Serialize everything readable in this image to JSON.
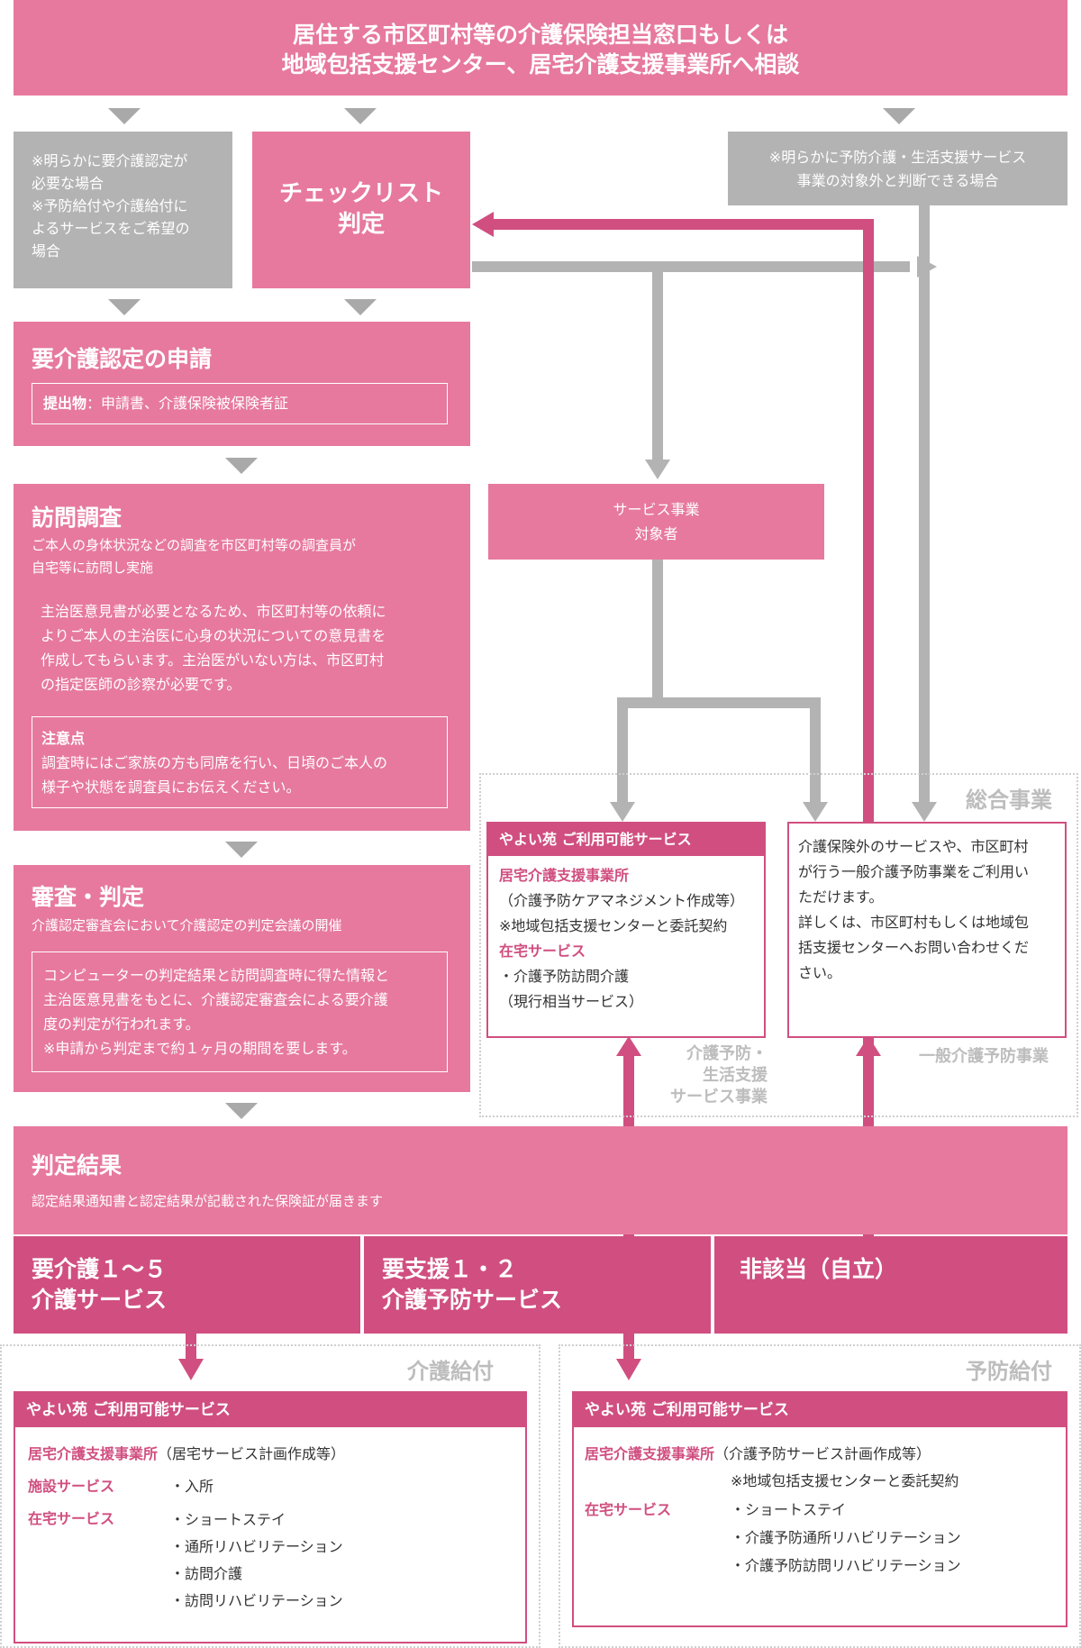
{
  "header": {
    "line1": "居住する市区町村等の介護保険担当窓口もしくは",
    "line2": "地域包括支援センター、居宅介護支援事業所へ相談"
  },
  "left_note": {
    "lines": [
      "※明らかに要介護認定が",
      "必要な場合",
      "※予防給付や介護給付に",
      "よるサービスをご希望の",
      "場合"
    ]
  },
  "checklist": {
    "line1": "チェックリスト",
    "line2": "判定"
  },
  "right_note": {
    "line1": "※明らかに予防介護・生活支援サービス",
    "line2": "事業の対象外と判断できる場合"
  },
  "application": {
    "title": "要介護認定の申請",
    "submit_label": "提出物",
    "submit_text": "：申請書、介護保険被保険者証"
  },
  "visit": {
    "title": "訪問調査",
    "desc1": "ご本人の身体状況などの調査を市区町村等の調査員が",
    "desc2": "自宅等に訪問し実施",
    "para": [
      "主治医意見書が必要となるため、市区町村等の依頼に",
      "よりご本人の主治医に心身の状況についての意見書を",
      "作成してもらいます。主治医がいない方は、市区町村",
      "の指定医師の診察が必要です。"
    ],
    "note_title": "注意点",
    "note_lines": [
      "調査時にはご家族の方も同席を行い、日頃のご本人の",
      "様子や状態を調査員にお伝えください。"
    ]
  },
  "review": {
    "title": "審査・判定",
    "desc": "介護認定審査会において介護認定の判定会議の開催",
    "para": [
      "コンピューターの判定結果と訪問調査時に得た情報と",
      "主治医意見書をもとに、介護認定審査会による要介護",
      "度の判定が行われます。",
      "※申請から判定まで約１ヶ月の期間を要します。"
    ]
  },
  "service_target": {
    "line1": "サービス事業",
    "line2": "対象者"
  },
  "sogo": {
    "label": "総合事業"
  },
  "yayoi_mid": {
    "header": "やよい苑 ご利用可能サービス",
    "lines": [
      {
        "text": "居宅介護支援事業所",
        "pink": true
      },
      {
        "text": "（介護予防ケアマネジメント作成等）",
        "pink": false
      },
      {
        "text": "※地域包括支援センターと委託契約",
        "pink": false
      },
      {
        "text": "在宅サービス",
        "pink": true
      },
      {
        "text": "・介護予防訪問介護",
        "pink": false
      },
      {
        "text": "（現行相当サービス）",
        "pink": false
      }
    ]
  },
  "general_box": {
    "lines": [
      "介護保険外のサービスや、市区町村",
      "が行う一般介護予防事業をご利用い",
      "ただけます。",
      "詳しくは、市区町村もしくは地域包",
      "括支援センターへお問い合わせくだ",
      "さい。"
    ]
  },
  "label_mid": {
    "lines": [
      "介護予防・",
      "生活支援",
      "サービス事業"
    ]
  },
  "label_general": "一般介護予防事業",
  "result": {
    "title": "判定結果",
    "desc": "認定結果通知書と認定結果が記載された保険証が届きます"
  },
  "cats": [
    {
      "line1": "要介護１～５",
      "line2": "介護サービス"
    },
    {
      "line1": "要支援１・２",
      "line2": "介護予防サービス"
    },
    {
      "line1": "非該当（自立）",
      "line2": ""
    }
  ],
  "kaigo": {
    "label": "介護給付",
    "header": "やよい苑 ご利用可能サービス",
    "row1_label": "居宅介護支援事業所",
    "row1_text": "（居宅サービス計画作成等）",
    "row2_label": "施設サービス",
    "row2_items": [
      "・入所"
    ],
    "row3_label": "在宅サービス",
    "row3_items": [
      "・ショートステイ",
      "・通所リハビリテーション",
      "・訪問介護",
      "・訪問リハビリテーション"
    ]
  },
  "yobo": {
    "label": "予防給付",
    "header": "やよい苑 ご利用可能サービス",
    "row1_label": "居宅介護支援事業所",
    "row1_text": "（介護予防サービス計画作成等）",
    "row1_note": "※地域包括支援センターと委託契約",
    "row2_label": "在宅サービス",
    "row2_items": [
      "・ショートステイ",
      "・介護予防通所リハビリテーション",
      "・介護予防訪問リハビリテーション"
    ]
  },
  "colors": {
    "pink": "#e7799e",
    "dark_pink": "#d04f80",
    "gray": "#b3b3b3"
  }
}
